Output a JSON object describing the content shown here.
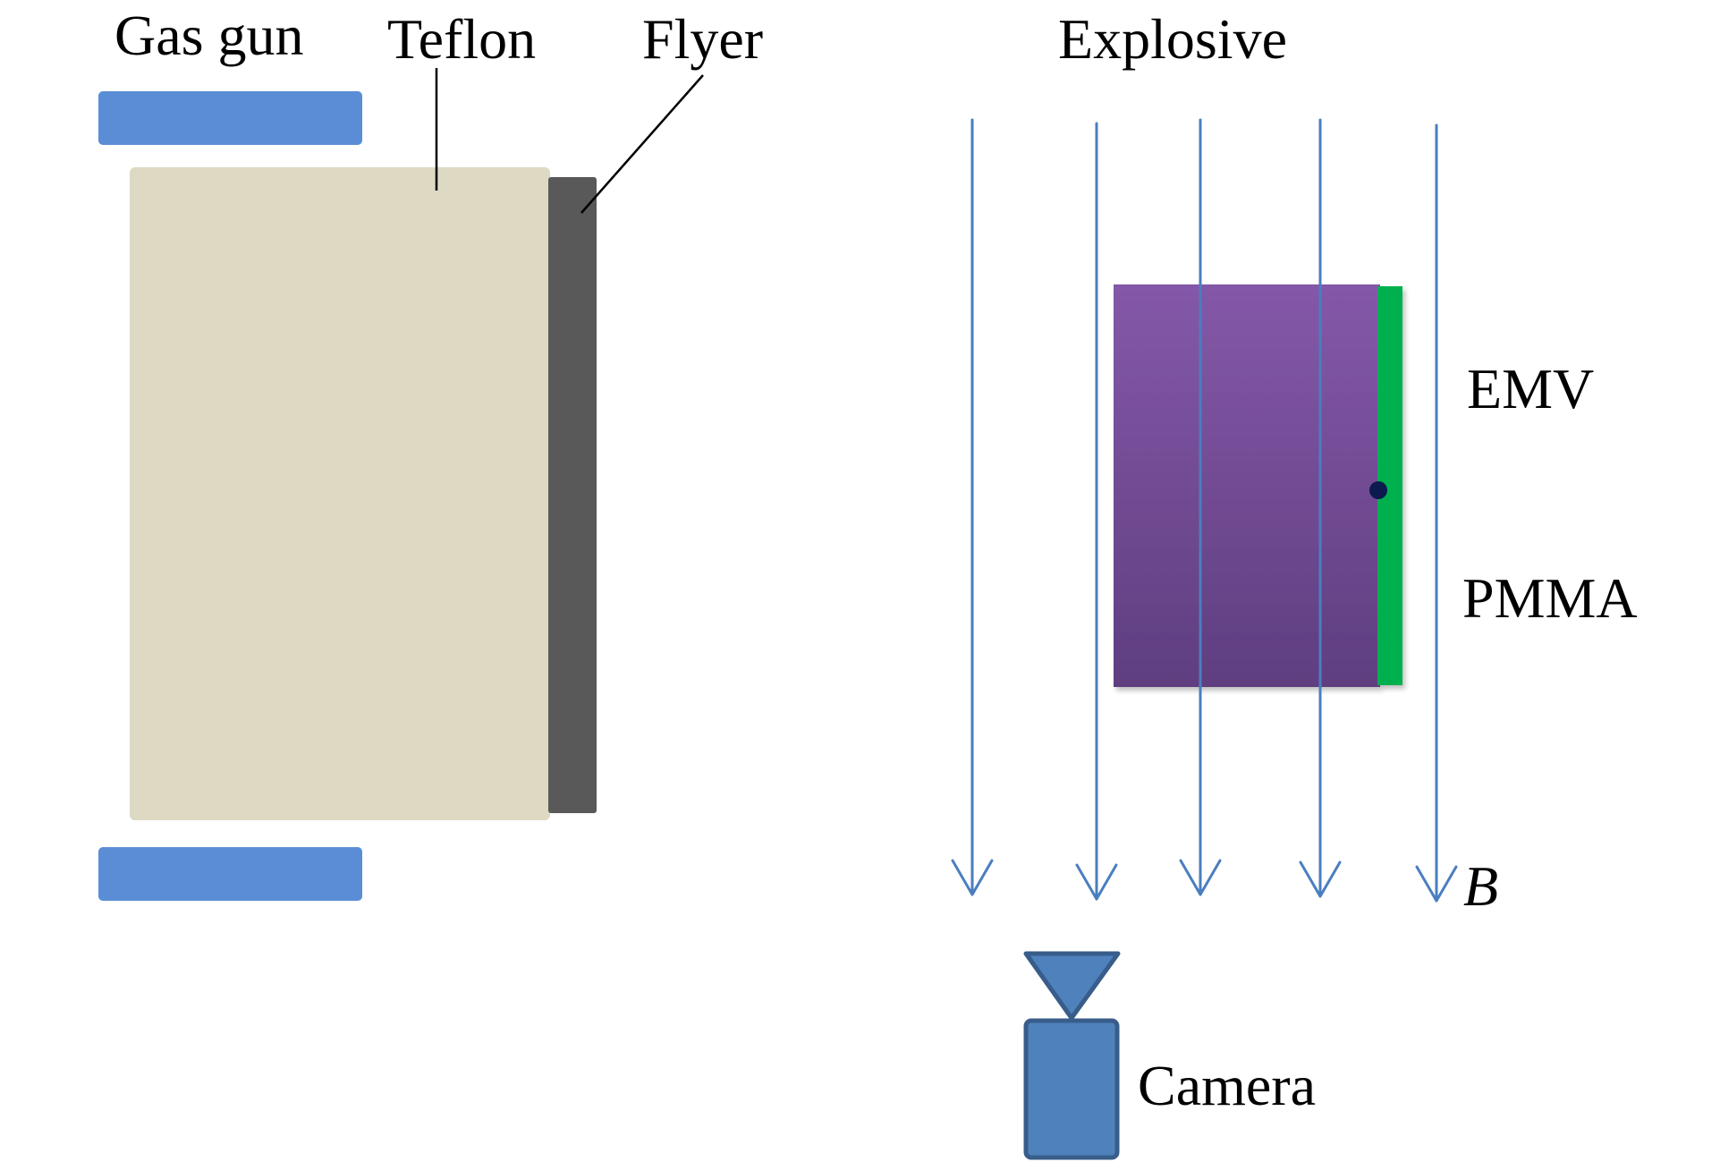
{
  "labels": {
    "gas_gun": "Gas gun",
    "teflon": "Teflon",
    "flyer": "Flyer",
    "explosive": "Explosive",
    "emv": "EMV",
    "pmma": "PMMA",
    "field": "B",
    "camera": "Camera"
  },
  "colors": {
    "gun_barrel": "#5b8dd6",
    "teflon": "#ddd9c3",
    "flyer": "#595959",
    "explosive_top": "#8458a8",
    "explosive_bottom": "#5f3e80",
    "pmma": "#00b050",
    "emv_gauge": "#0d1a4d",
    "field_lines": "#4a7ebf",
    "camera_fill": "#4f81bd",
    "camera_stroke": "#385d8a"
  },
  "icons": {
    "field_arrow": "arrow-down-icon",
    "camera": "camera-icon"
  }
}
